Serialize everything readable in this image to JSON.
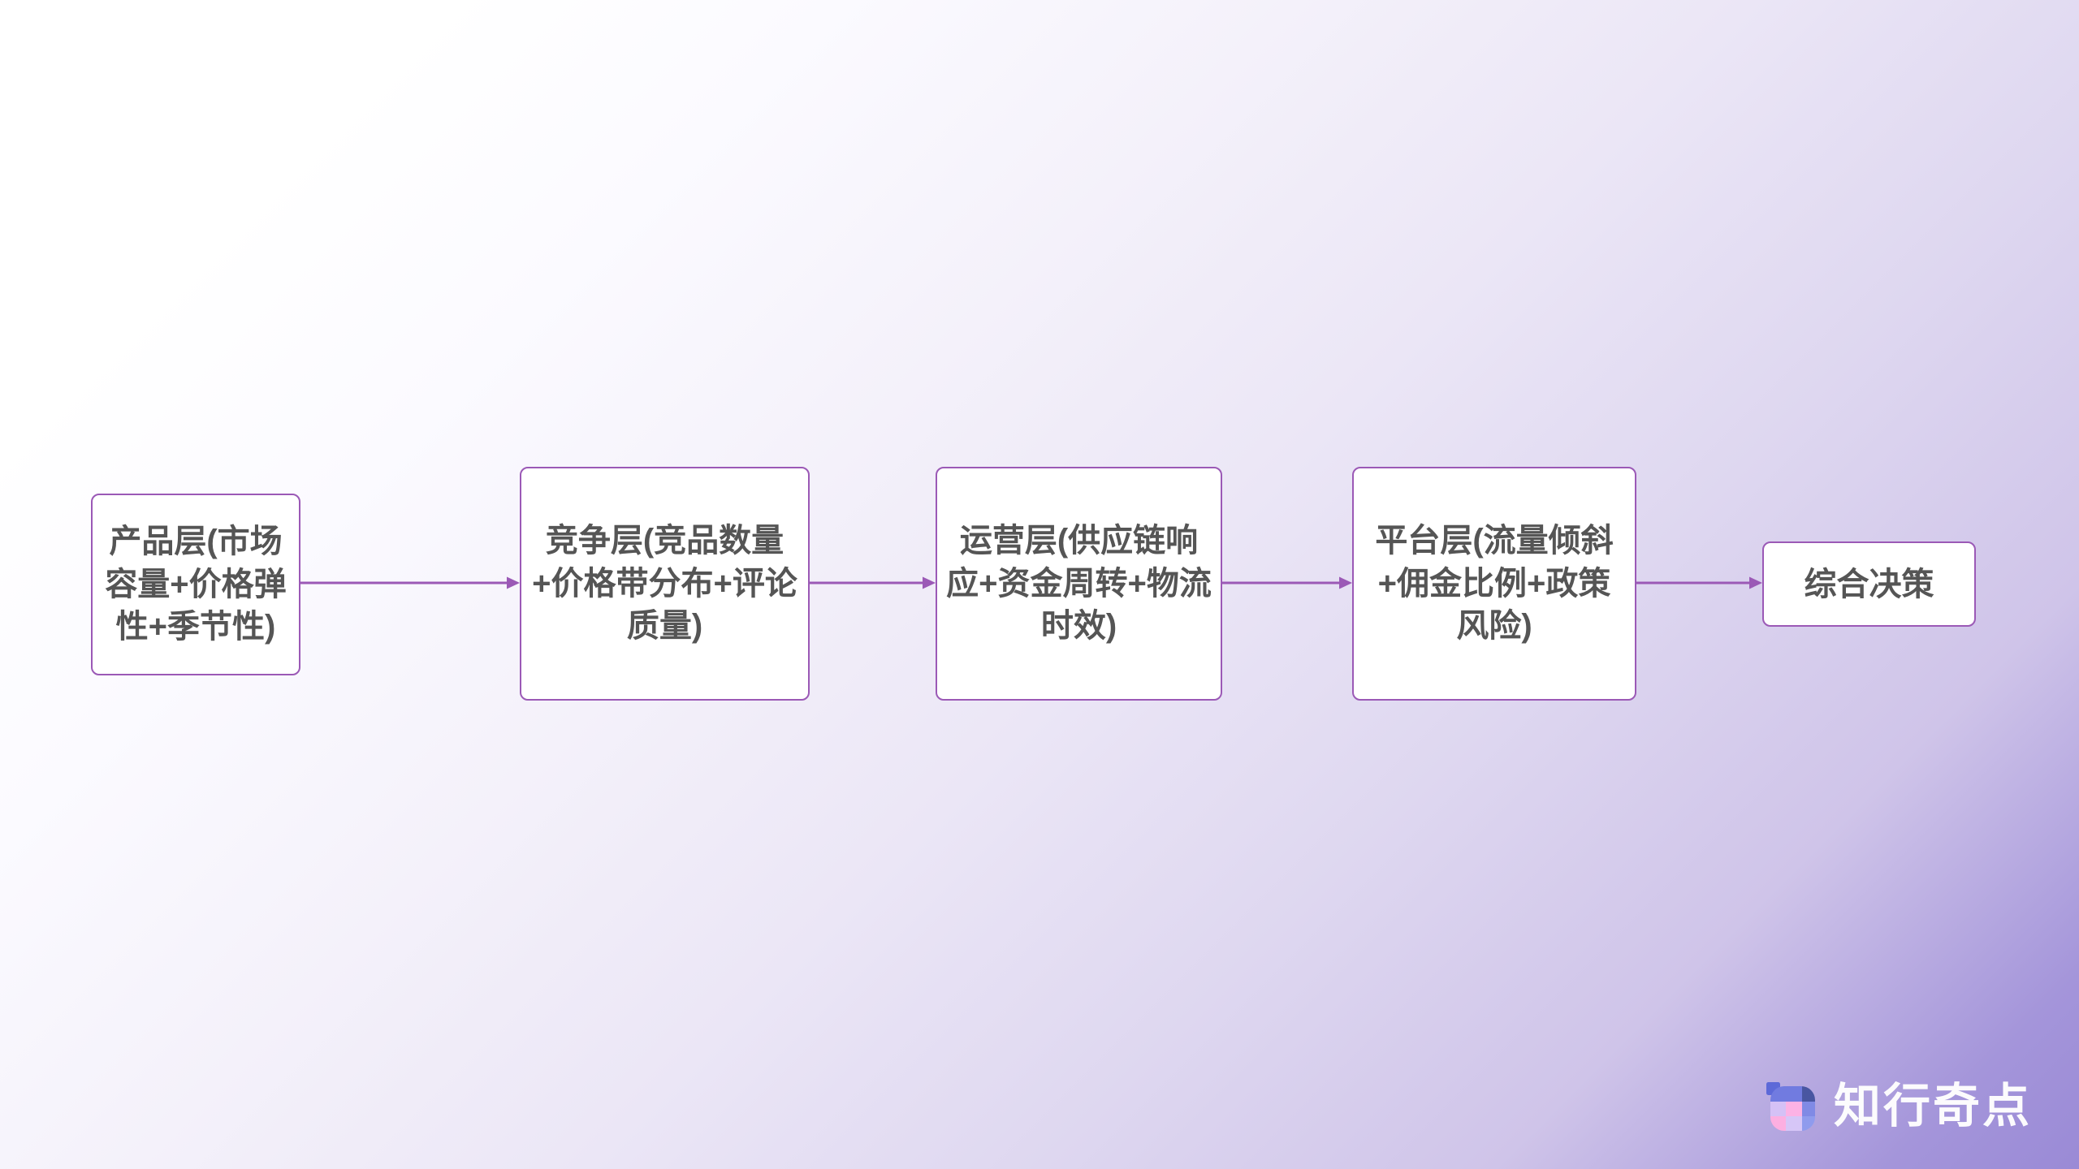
{
  "diagram": {
    "type": "flowchart",
    "orientation": "left-to-right",
    "title": "",
    "nodes": [
      {
        "id": "node-1",
        "label": "产品层(市场容量+价格弹性+季节性)"
      },
      {
        "id": "node-2",
        "label": "竞争层(竞品数量+价格带分布+评论质量)"
      },
      {
        "id": "node-3",
        "label": "运营层(供应链响应+资金周转+物流时效)"
      },
      {
        "id": "node-4",
        "label": "平台层(流量倾斜+佣金比例+政策风险)"
      },
      {
        "id": "node-5",
        "label": "综合决策"
      }
    ],
    "edges": [
      {
        "from": "node-1",
        "to": "node-2",
        "label": ""
      },
      {
        "from": "node-2",
        "to": "node-3",
        "label": ""
      },
      {
        "from": "node-3",
        "to": "node-4",
        "label": ""
      },
      {
        "from": "node-4",
        "to": "node-5",
        "label": ""
      }
    ]
  },
  "style": {
    "node_border_color": "#9b59b6",
    "node_fill_color": "#ffffff",
    "node_text_color": "#555555",
    "arrow_color": "#9b59b6",
    "background_start": "#ffffff",
    "background_end": "#9a8ad6"
  },
  "watermark": {
    "text": "知行奇点",
    "icon": "app-tile-logo-icon",
    "tile_colors": {
      "top_left": "#5b67d8",
      "top_right_a": "#6f7ae0",
      "top_right_b": "#4a5bb5",
      "mid_left": "#d6c2f7",
      "mid_center": "#ffb3e6",
      "mid_right": "#7f8ae6",
      "bottom_left": "#ffb0e2",
      "bottom_center": "#d8c8f8",
      "bottom_right": "#8e9bee"
    },
    "text_color": "#ffffff"
  }
}
